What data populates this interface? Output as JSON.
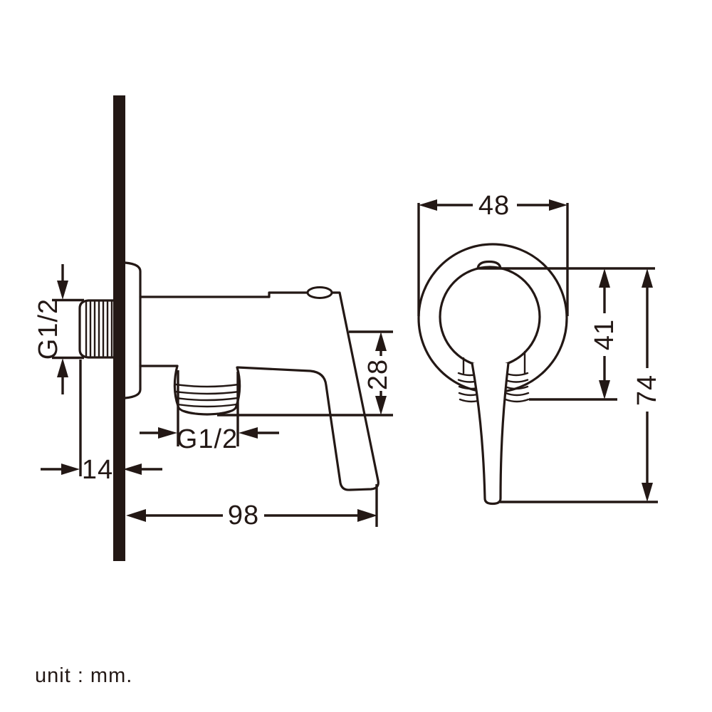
{
  "diagram": {
    "ink_color": "#231815",
    "background_color": "#ffffff",
    "unit_note": "unit : mm.",
    "views": {
      "side": {
        "dimensions": {
          "inlet_thread": "G1/2",
          "wall_protrusion": "14",
          "outlet_thread": "G1/2",
          "body_to_outlet_drop": "28",
          "overall_projection": "98"
        }
      },
      "front": {
        "dimensions": {
          "escutcheon_width": "48",
          "body_height": "41",
          "overall_height": "74"
        }
      }
    }
  }
}
